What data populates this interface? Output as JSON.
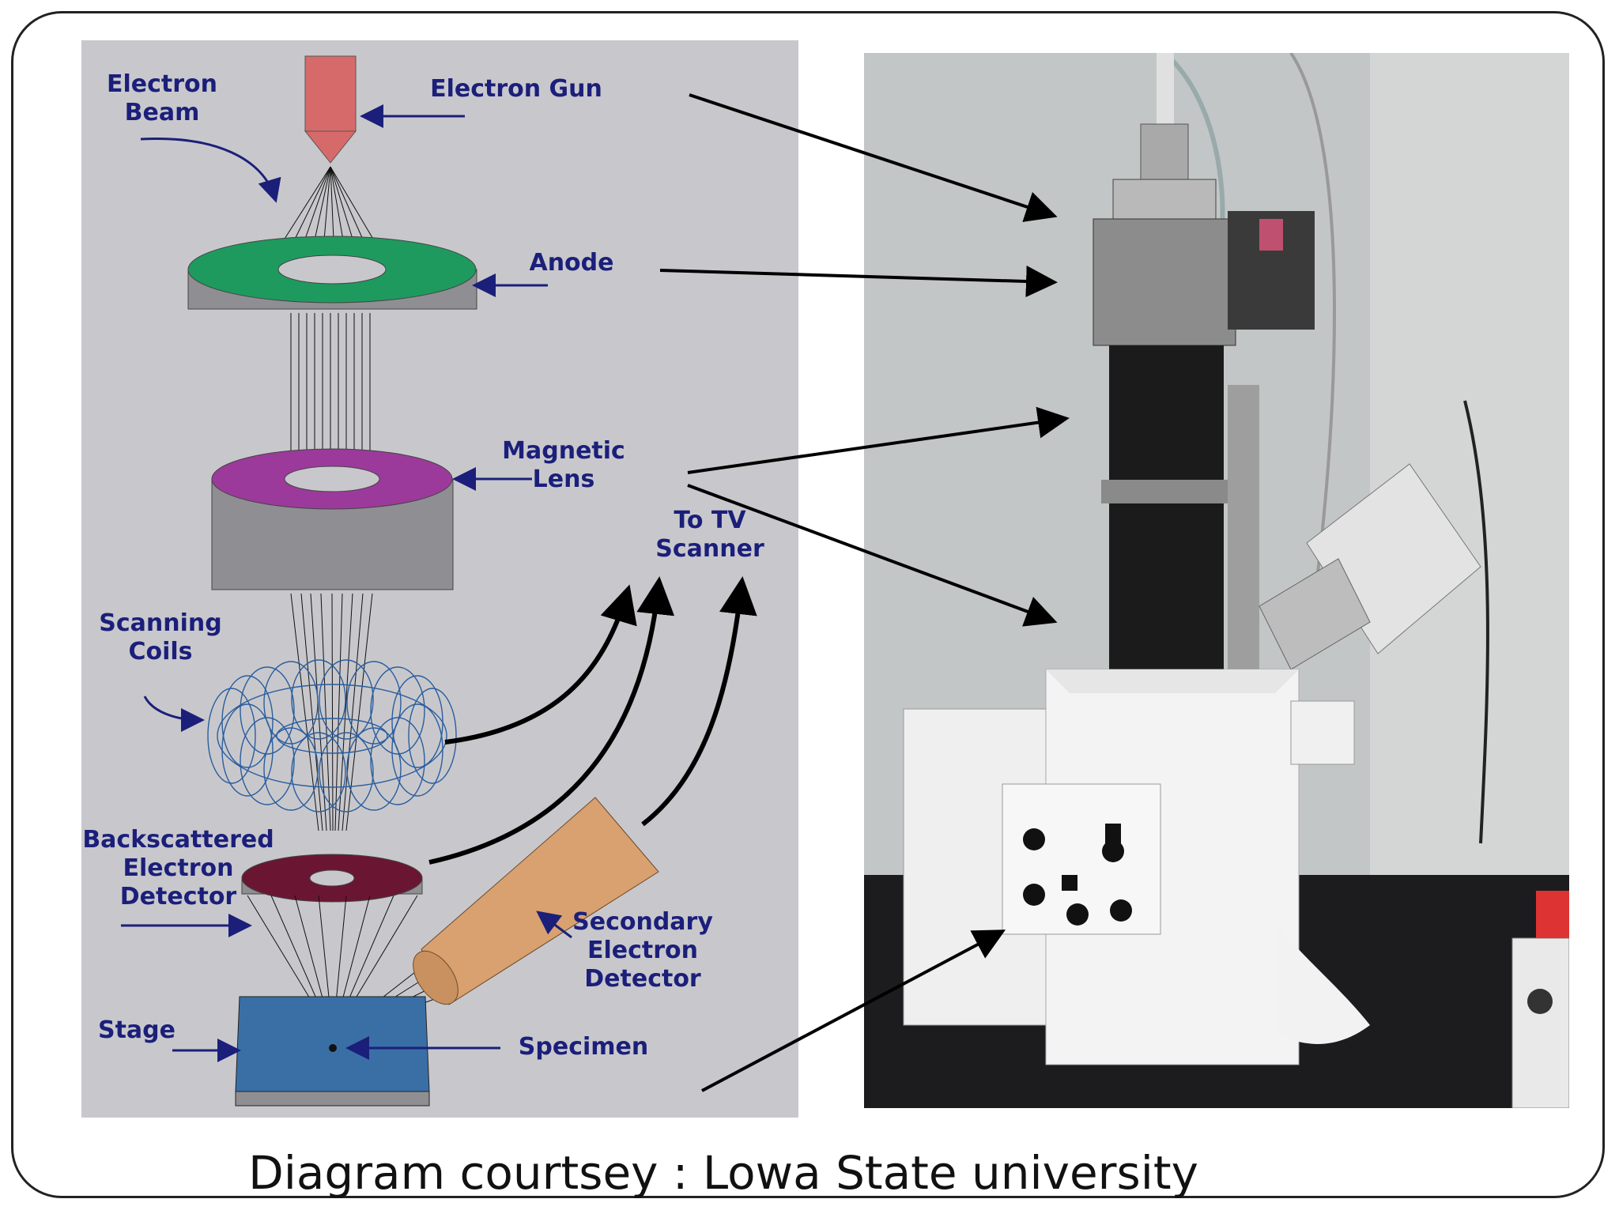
{
  "diagram": {
    "labels": {
      "electron_beam": "Electron\nBeam",
      "electron_gun": "Electron Gun",
      "anode": "Anode",
      "magnetic_lens": "Magnetic\nLens",
      "to_tv_scanner": "To TV\nScanner",
      "scanning_coils": "Scanning\nCoils",
      "backscattered_detector": "Backscattered\nElectron\nDetector",
      "secondary_detector": "Secondary\nElectron\nDetector",
      "stage": "Stage",
      "specimen": "Specimen"
    },
    "colors": {
      "gun": "#d66a6a",
      "anode_top": "#1e9a5e",
      "lens_top": "#9b3a9b",
      "bse_top": "#6a1632",
      "stage": "#3a6fa6",
      "secondary_detector": "#d9a070",
      "label_text": "#1b1f7a"
    }
  },
  "caption": "Diagram courtsey : Lowa State university"
}
